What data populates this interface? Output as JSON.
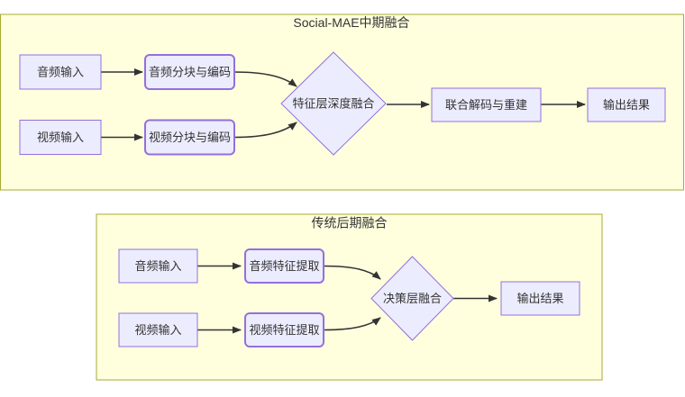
{
  "diagram": {
    "type": "flowchart",
    "colors": {
      "page_bg": "#ffffff",
      "cluster_fill": "#ffffde",
      "cluster_border": "#aaaa33",
      "node_fill": "#ececff",
      "node_border": "#9370db",
      "edge_color": "#333333",
      "text_color": "#333333"
    },
    "clusters": [
      {
        "id": "social_mae_mid_fusion",
        "title": "Social-MAE中期融合",
        "nodes": [
          {
            "id": "audio_input",
            "label": "音频输入",
            "shape": "rect"
          },
          {
            "id": "audio_patch_encode",
            "label": "音频分块与编码",
            "shape": "rounded"
          },
          {
            "id": "video_input",
            "label": "视频输入",
            "shape": "rect"
          },
          {
            "id": "video_patch_encode",
            "label": "视频分块与编码",
            "shape": "rounded"
          },
          {
            "id": "feature_deep_fusion",
            "label": "特征层深度融合",
            "shape": "diamond"
          },
          {
            "id": "joint_decode_rebuild",
            "label": "联合解码与重建",
            "shape": "rect"
          },
          {
            "id": "output_result",
            "label": "输出结果",
            "shape": "rect"
          }
        ],
        "edges": [
          {
            "from": "audio_input",
            "to": "audio_patch_encode"
          },
          {
            "from": "video_input",
            "to": "video_patch_encode"
          },
          {
            "from": "audio_patch_encode",
            "to": "feature_deep_fusion"
          },
          {
            "from": "video_patch_encode",
            "to": "feature_deep_fusion"
          },
          {
            "from": "feature_deep_fusion",
            "to": "joint_decode_rebuild"
          },
          {
            "from": "joint_decode_rebuild",
            "to": "output_result"
          }
        ]
      },
      {
        "id": "traditional_late_fusion",
        "title": "传统后期融合",
        "nodes": [
          {
            "id": "audio_input",
            "label": "音频输入",
            "shape": "rect"
          },
          {
            "id": "audio_feature_extract",
            "label": "音频特征提取",
            "shape": "rounded"
          },
          {
            "id": "video_input",
            "label": "视频输入",
            "shape": "rect"
          },
          {
            "id": "video_feature_extract",
            "label": "视频特征提取",
            "shape": "rounded"
          },
          {
            "id": "decision_fusion",
            "label": "决策层融合",
            "shape": "diamond"
          },
          {
            "id": "output_result",
            "label": "输出结果",
            "shape": "rect"
          }
        ],
        "edges": [
          {
            "from": "audio_input",
            "to": "audio_feature_extract"
          },
          {
            "from": "video_input",
            "to": "video_feature_extract"
          },
          {
            "from": "audio_feature_extract",
            "to": "decision_fusion"
          },
          {
            "from": "video_feature_extract",
            "to": "decision_fusion"
          },
          {
            "from": "decision_fusion",
            "to": "output_result"
          }
        ]
      }
    ]
  }
}
